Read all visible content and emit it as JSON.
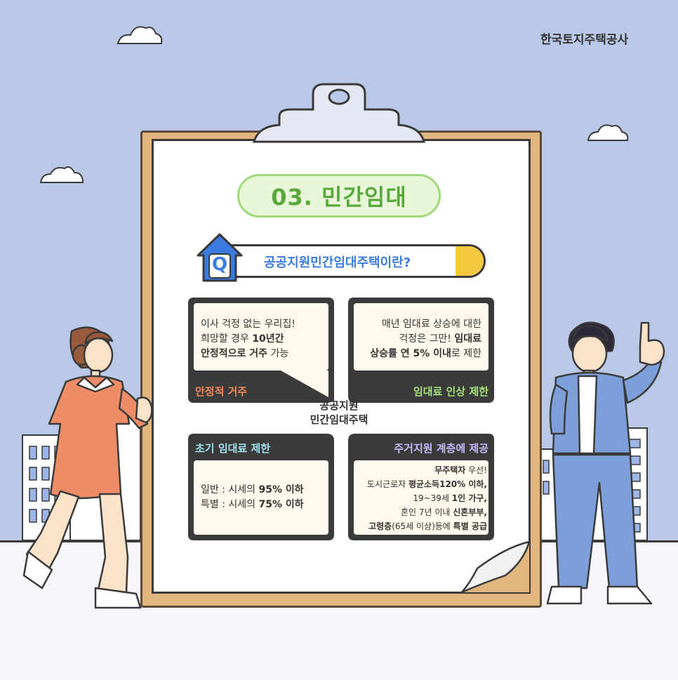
{
  "brand": "한국토지주택공사",
  "title": "03. 민간임대",
  "question": {
    "letter": "Q",
    "text": "공공지원민간임대주택이란?"
  },
  "center_label": [
    "공공지원",
    "민간임대주택"
  ],
  "cards": {
    "stable": {
      "label": "안정적 거주",
      "line1": "이사 걱정 없는 우리집!",
      "line2_plain": "희망할 경우 ",
      "line2_bold": "10년간",
      "line3_bold": "안정적으로 거주",
      "line3_plain": " 가능"
    },
    "rent_increase": {
      "label": "임대료 인상 제한",
      "line1": "매년 임대료 상승에 대한",
      "line2_plain": "걱정은 그만! ",
      "line2_bold": "임대료",
      "line3_bold": "상승률 연 5% 이내",
      "line3_plain": "로 제한"
    },
    "initial_rent": {
      "label": "초기 임대료 제한",
      "line1_plain": "일반 : 시세의 ",
      "line1_bold": "95% 이하",
      "line2_plain": "특별 : 시세의 ",
      "line2_bold": "75% 이하"
    },
    "support": {
      "label": "주거지원 계층에 제공",
      "line1_bold": "무주택자",
      "line1_plain": " 우선!",
      "line2_plain": "도시근로자 ",
      "line2_bold": "평균소득120% 이하,",
      "line3_plain": "19~39세 ",
      "line3_bold": "1인 가구,",
      "line4_plain": "혼인 7년 이내 ",
      "line4_bold": "신혼부부,",
      "line5_bold1": "고령층",
      "line5_plain": "(65세 이상)등에 ",
      "line5_bold2": "특별 공급"
    }
  },
  "colors": {
    "sky": "#b9c8e6",
    "title_green": "#5aa83c",
    "question_blue": "#3a7be0",
    "label_orange": "#f08a5a",
    "label_green": "#a6e07a",
    "label_cyan": "#9fe0ee",
    "label_purple": "#c6b8f5"
  }
}
